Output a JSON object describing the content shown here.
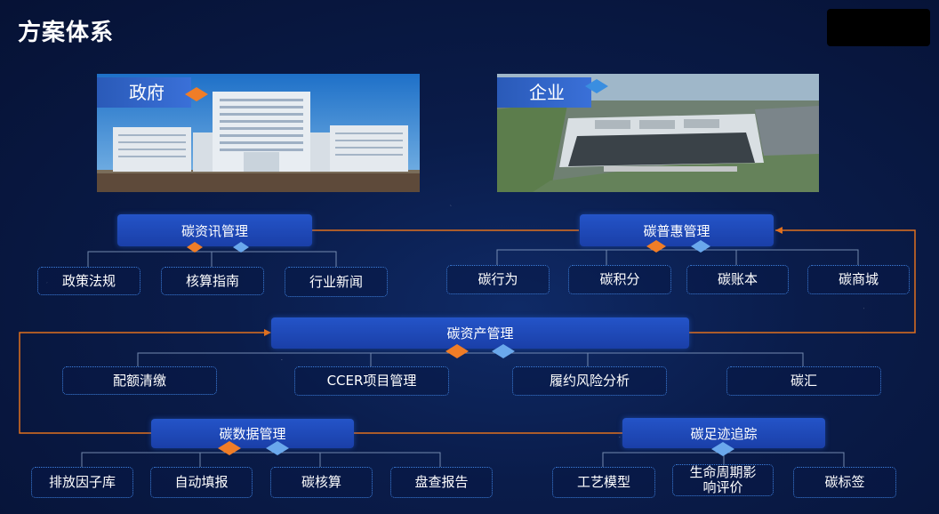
{
  "title": "方案体系",
  "photos": {
    "government": {
      "label": "政府"
    },
    "enterprise": {
      "label": "企业"
    }
  },
  "modules": {
    "info": {
      "label": "碳资讯管理",
      "items": [
        "政策法规",
        "核算指南",
        "行业新闻"
      ]
    },
    "inclusive": {
      "label": "碳普惠管理",
      "items": [
        "碳行为",
        "碳积分",
        "碳账本",
        "碳商城"
      ]
    },
    "asset": {
      "label": "碳资产管理",
      "items": [
        "配额清缴",
        "CCER项目管理",
        "履约风险分析",
        "碳汇"
      ]
    },
    "data": {
      "label": "碳数据管理",
      "items": [
        "排放因子库",
        "自动填报",
        "碳核算",
        "盘查报告"
      ]
    },
    "footprint": {
      "label": "碳足迹追踪",
      "items": [
        "工艺模型",
        "生命周期影响评价",
        "碳标签"
      ]
    }
  },
  "colors": {
    "accent_orange": "#f07d27",
    "accent_blue": "#3a8ee0",
    "box_blue": "#2454c8",
    "connector": "#e0701e"
  }
}
